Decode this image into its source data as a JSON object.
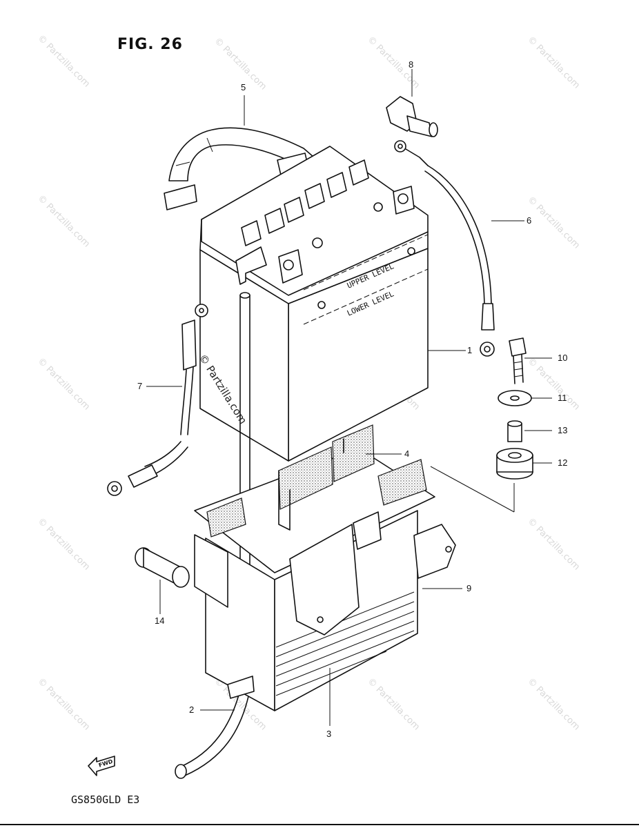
{
  "figure_title": "FIG. 26",
  "model_code": "GS850GLD  E3",
  "center_watermark": "© Partzilla.com",
  "watermark_text": "© Partzilla.com",
  "battery_labels": {
    "upper_level": "UPPER LEVEL",
    "lower_level": "LOWER LEVEL"
  },
  "forward_arrow_label": "FWD",
  "callouts": [
    {
      "id": "c1",
      "num": "1"
    },
    {
      "id": "c2",
      "num": "2"
    },
    {
      "id": "c3",
      "num": "3"
    },
    {
      "id": "c4",
      "num": "4"
    },
    {
      "id": "c5",
      "num": "5"
    },
    {
      "id": "c6",
      "num": "6"
    },
    {
      "id": "c7",
      "num": "7"
    },
    {
      "id": "c8",
      "num": "8"
    },
    {
      "id": "c9",
      "num": "9"
    },
    {
      "id": "c10",
      "num": "10"
    },
    {
      "id": "c11",
      "num": "11"
    },
    {
      "id": "c12",
      "num": "12"
    },
    {
      "id": "c13",
      "num": "13"
    },
    {
      "id": "c14",
      "num": "14"
    }
  ]
}
